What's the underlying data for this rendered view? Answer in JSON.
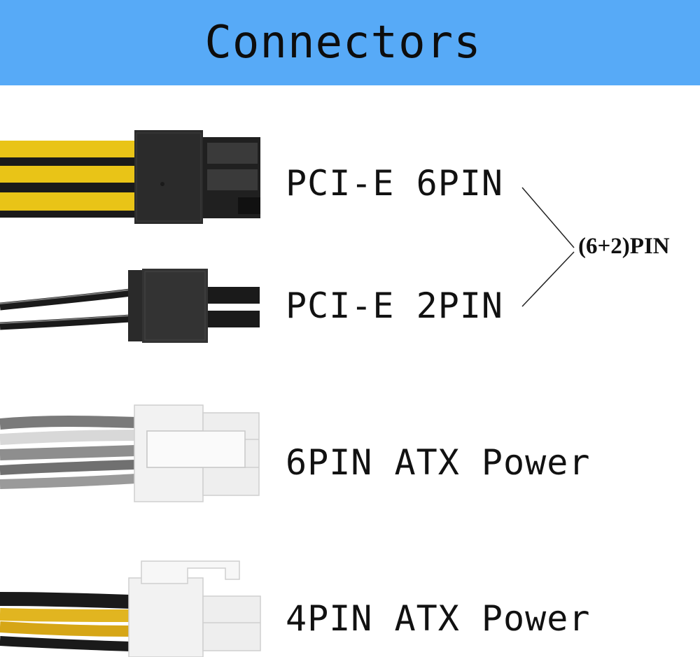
{
  "header": {
    "title": "Connectors"
  },
  "connectors": [
    {
      "label": "PCI-E 6PIN",
      "icon": "pcie-6pin-connector-icon"
    },
    {
      "label": "PCI-E 2PIN",
      "icon": "pcie-2pin-connector-icon"
    },
    {
      "label": "6PIN ATX Power",
      "icon": "atx-6pin-connector-icon"
    },
    {
      "label": "4PIN ATX Power",
      "icon": "atx-4pin-connector-icon"
    }
  ],
  "combo": {
    "label": "(6+2)PIN"
  },
  "colors": {
    "header_bg": "#57aaf7",
    "wire_yellow": "#e9c417",
    "wire_black": "#1a1a1a",
    "wire_gray": "#8a8a8a",
    "wire_white": "#e6e6e6",
    "plug_black": "#2b2b2b",
    "plug_white": "#f2f2f2"
  }
}
